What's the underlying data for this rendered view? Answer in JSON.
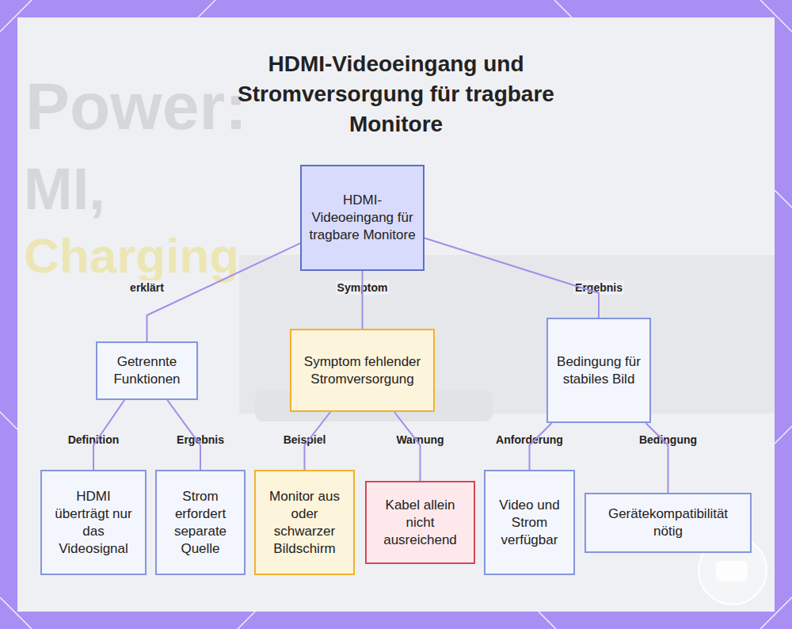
{
  "diagram": {
    "title": "HDMI-Videoeingang und Stromversorgung für tragbare Monitore",
    "nodes": [
      {
        "text": [
          "HDMI-Videoeingang für tragbare Monitore"
        ]
      },
      {
        "text": [
          "Getrennte Funktionen"
        ]
      },
      {
        "text": [
          "Symptom fehlender Stromversorgung"
        ]
      },
      {
        "text": [
          "Bedingung für stabiles Bild"
        ]
      },
      {
        "text": [
          "HDMI überträgt nur das Videosignal"
        ]
      },
      {
        "text": [
          "Strom erfordert separate Quelle"
        ]
      },
      {
        "text": [
          "Monitor aus oder schwarzer Bildschirm"
        ]
      },
      {
        "text": [
          "Kabel allein nicht ausreichend"
        ]
      },
      {
        "text": [
          "Video und Strom verfügbar"
        ]
      },
      {
        "text": [
          "Gerätekompatibilität nötig"
        ]
      }
    ],
    "edges": [
      {
        "from": 0,
        "to": 1,
        "label": "erklärt",
        "arrow": "none"
      },
      {
        "from": 0,
        "to": 2,
        "label": "Symptom",
        "arrow": "none"
      },
      {
        "from": 0,
        "to": 3,
        "label": "Ergebnis",
        "arrow": "none"
      },
      {
        "from": 1,
        "to": 4,
        "label": "Definition",
        "arrow": "none"
      },
      {
        "from": 1,
        "to": 5,
        "label": "Ergebnis",
        "arrow": "none"
      },
      {
        "from": 2,
        "to": 6,
        "label": "Beispiel",
        "arrow": "none"
      },
      {
        "from": 2,
        "to": 7,
        "label": "Warnung",
        "arrow": "none"
      },
      {
        "from": 3,
        "to": 8,
        "label": "Anforderung",
        "arrow": "none"
      },
      {
        "from": 3,
        "to": 9,
        "label": "Bedingung",
        "arrow": "none"
      }
    ],
    "labels": [
      "Power:",
      "MI,",
      "Charging"
    ]
  }
}
